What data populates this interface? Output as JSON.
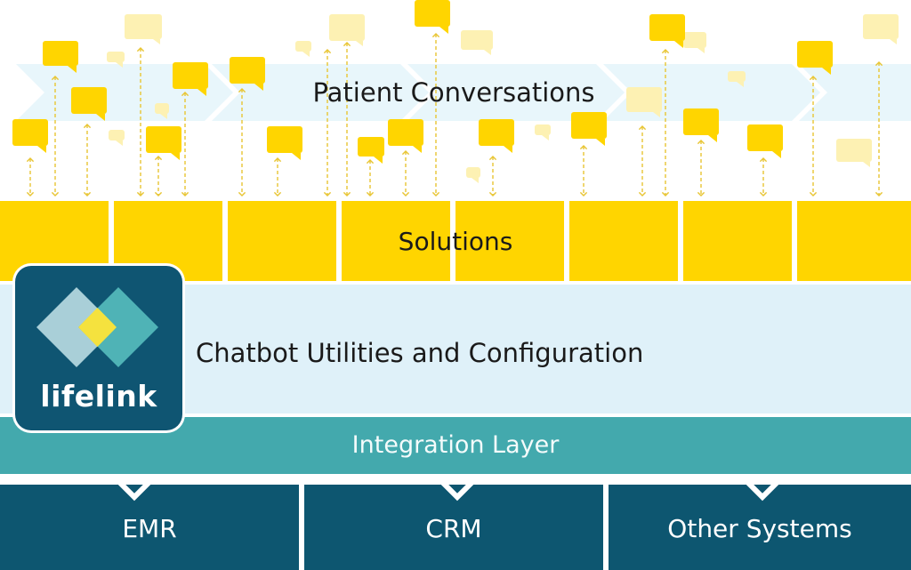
{
  "layers": {
    "conversations": {
      "label": "Patient Conversations"
    },
    "solutions": {
      "label": "Solutions",
      "block_count": 8
    },
    "utilities": {
      "label": "Chatbot Utilities and Configuration"
    },
    "integration": {
      "label": "Integration Layer"
    },
    "systems": [
      {
        "label": "EMR"
      },
      {
        "label": "CRM"
      },
      {
        "label": "Other Systems"
      }
    ]
  },
  "logo": {
    "wordmark": "lifelink"
  },
  "colors": {
    "yellow": "#ffd500",
    "light_yellow": "#fdf1b3",
    "light_blue": "#dff1f9",
    "teal": "#43a9ad",
    "navy": "#0d5670",
    "arrow_gold": "#e8c533"
  }
}
